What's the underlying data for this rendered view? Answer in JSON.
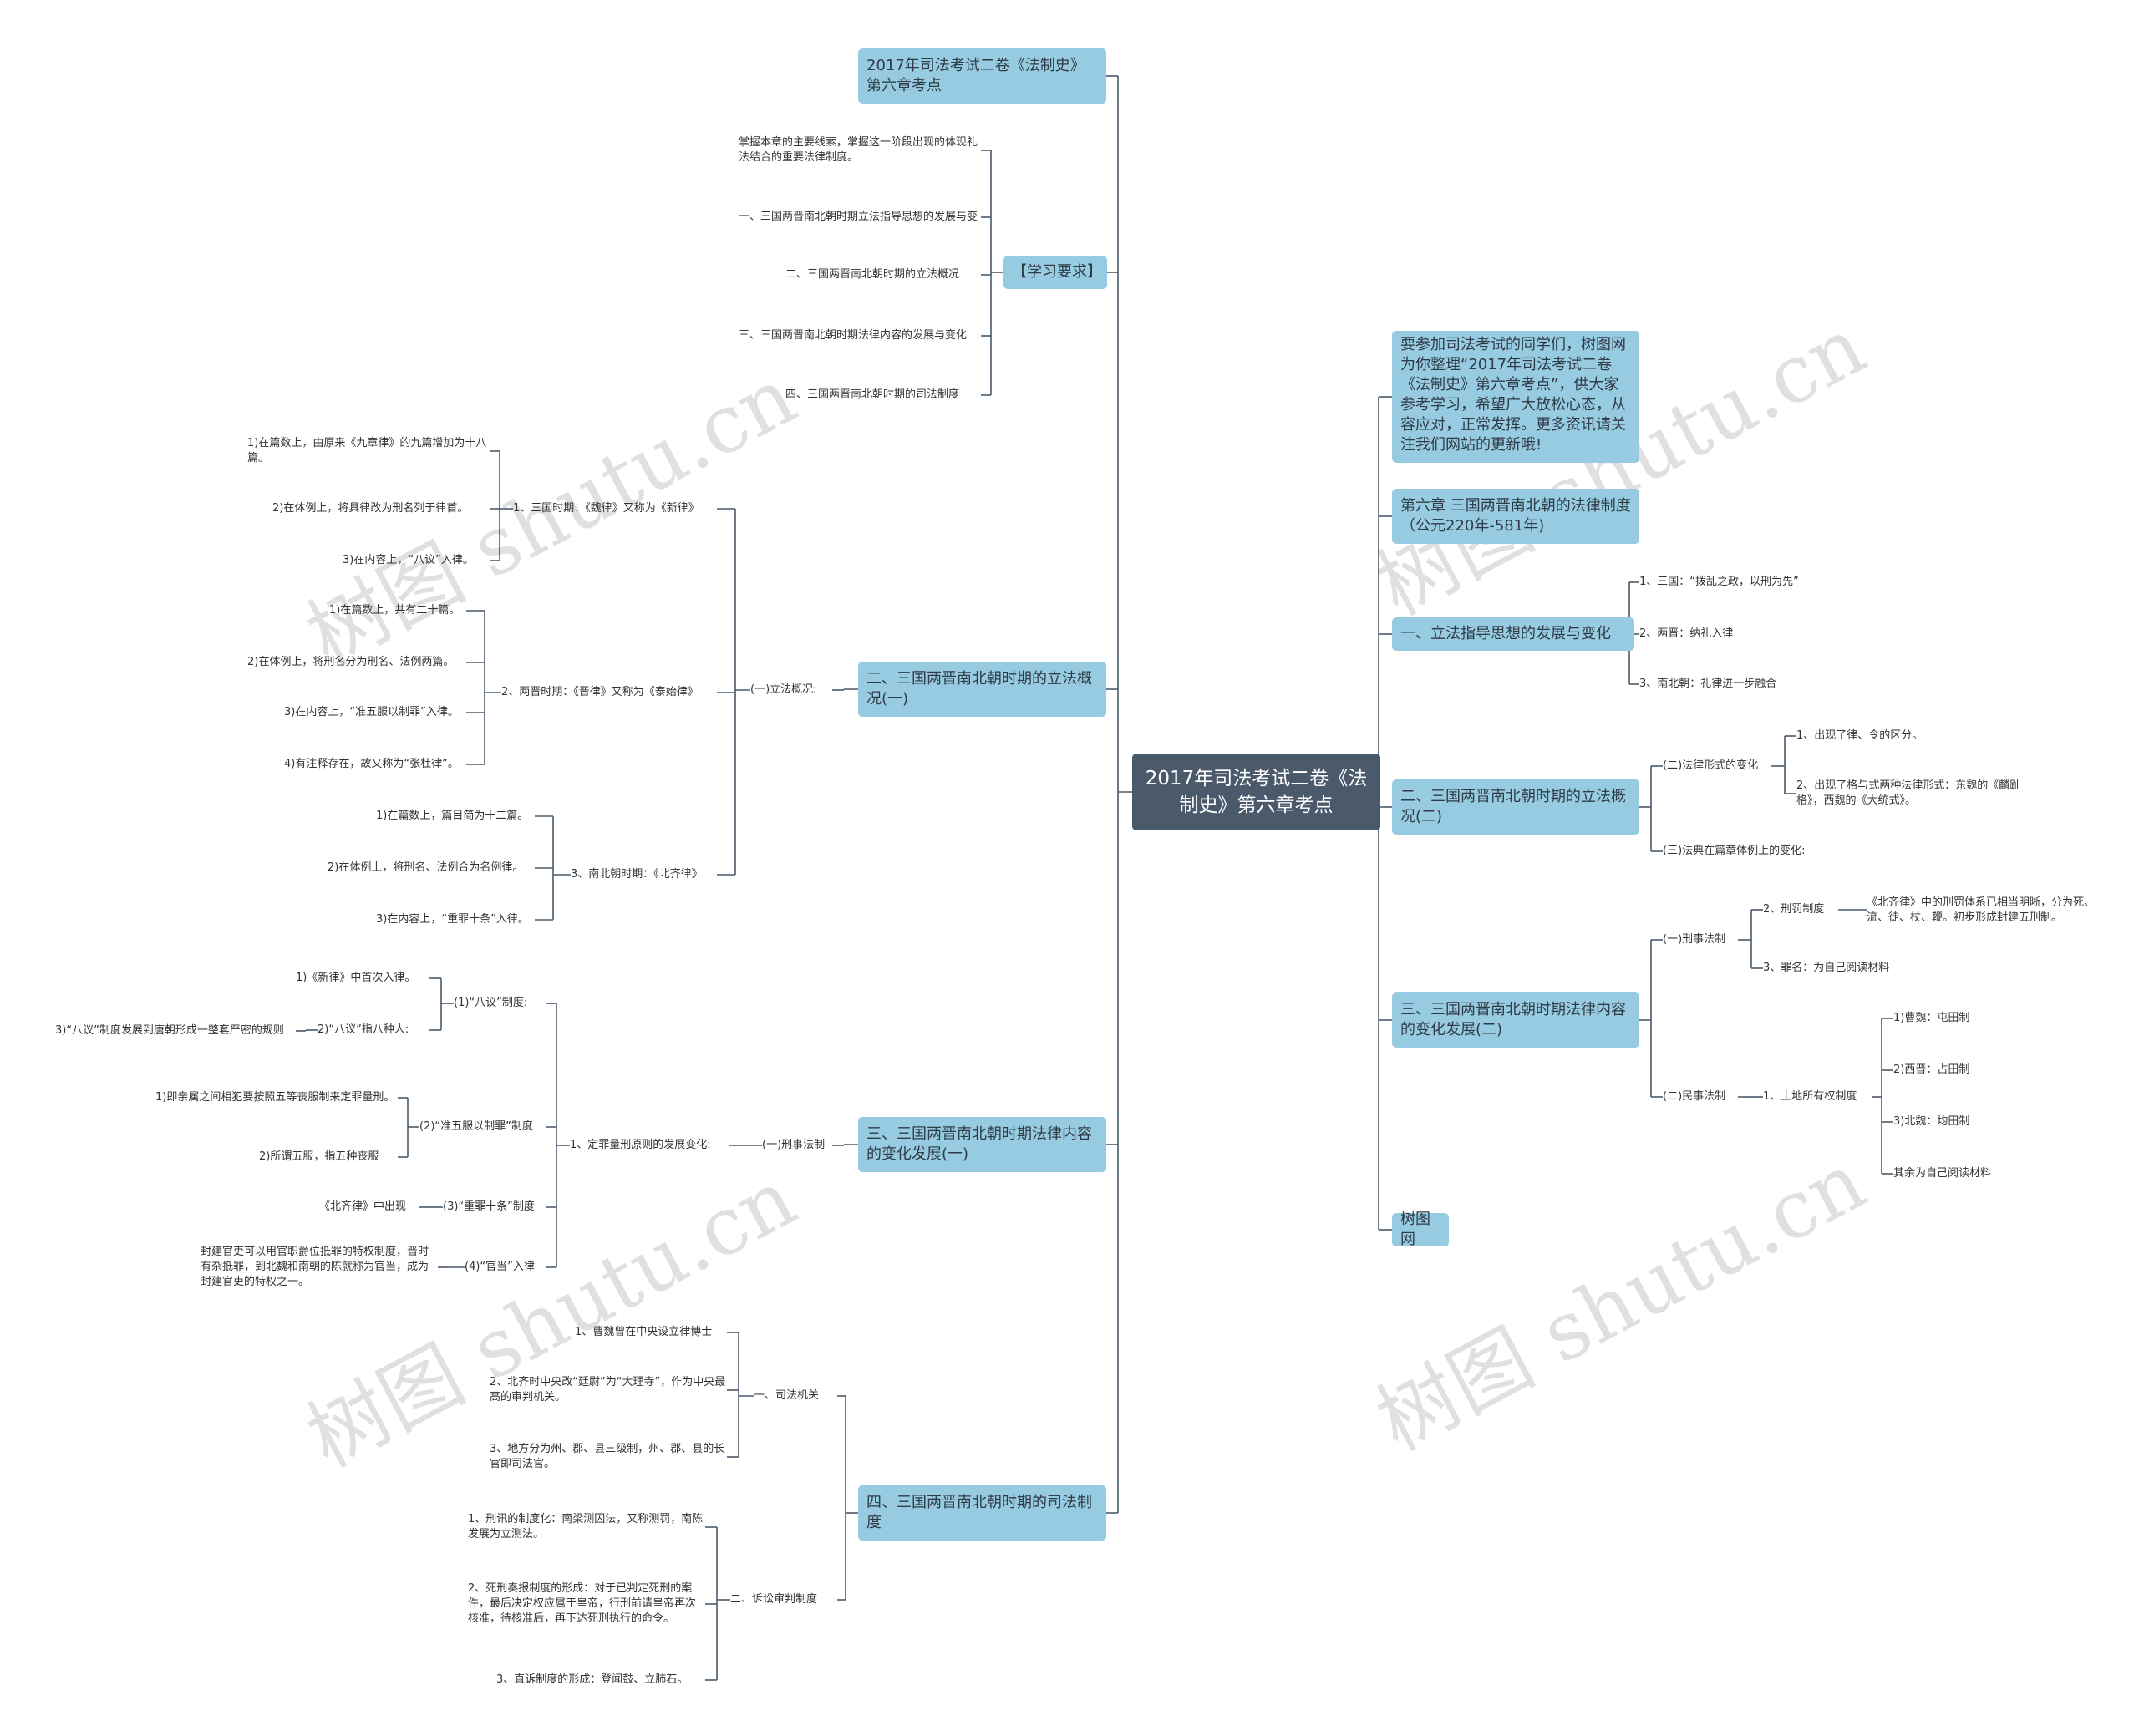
{
  "root": "2017年司法考试二卷《法制史》第六章考点",
  "left": {
    "n1": "2017年司法考试二卷《法制史》第六章考点",
    "study": {
      "title": "【学习要求】",
      "items": [
        "掌握本章的主要线索，掌握这一阶段出现的体现礼法结合的重要法律制度。",
        "一、三国两晋南北朝时期立法指导思想的发展与变",
        "二、三国两晋南北朝时期的立法概况",
        "三、三国两晋南北朝时期法律内容的发展与变化",
        "四、三国两晋南北朝时期的司法制度"
      ]
    },
    "legis1": {
      "title": "二、三国两晋南北朝时期的立法概况(一)",
      "sub": "(一)立法概况:",
      "groups": [
        {
          "title": "1、三国时期：《魏律》又称为《新律》",
          "items": [
            "1)在篇数上，由原来《九章律》的九篇增加为十八篇。",
            "2)在体例上，将具律改为刑名列于律首。",
            "3)在内容上，“八议”入律。"
          ]
        },
        {
          "title": "2、两晋时期：《晋律》又称为《泰始律》",
          "items": [
            "1)在篇数上，共有二十篇。",
            "2)在体例上，将刑名分为刑名、法例两篇。",
            "3)在内容上，“准五服以制罪”入律。",
            "4)有注释存在，故又称为“张杜律”。"
          ]
        },
        {
          "title": "3、南北朝时期：《北齐律》",
          "items": [
            "1)在篇数上，篇目简为十二篇。",
            "2)在体例上，将刑名、法例合为名例律。",
            "3)在内容上，“重罪十条”入律。"
          ]
        }
      ]
    },
    "content1": {
      "title": "三、三国两晋南北朝时期法律内容的变化发展(一)",
      "sub": "(一)刑事法制",
      "sub2": "1、定罪量刑原则的发展变化:",
      "g1": "(1)“八议”制度:",
      "g1a": "1)《新律》中首次入律。",
      "g1b": "2)“八议”指八种人:",
      "g1b1": "3)“八议”制度发展到唐朝形成一整套严密的规则",
      "g2": "(2)“准五服以制罪”制度",
      "g2a": "1)即亲属之间相犯要按照五等丧服制来定罪量刑。",
      "g2b": "2)所谓五服，指五种丧服",
      "g3": "(3)“重罪十条”制度",
      "g3a": "《北齐律》中出现",
      "g4": "(4)“官当”入律",
      "g4a": "封建官吏可以用官职爵位抵罪的特权制度，晋时有杂抵罪，到北魏和南朝的陈就称为官当，成为封建官吏的特权之一。"
    },
    "judicial": {
      "title": "四、三国两晋南北朝时期的司法制度",
      "s1": "一、司法机关",
      "s1items": [
        "1、曹魏曾在中央设立律博士",
        "2、北齐时中央改“廷尉”为“大理寺”，作为中央最高的审判机关。",
        "3、地方分为州、郡、县三级制，州、郡、县的长官即司法官。"
      ],
      "s2": "二、诉讼审判制度",
      "s2items": [
        "1、刑讯的制度化：南梁测囚法，又称测罚，南陈发展为立测法。",
        "2、死刑奏报制度的形成：对于已判定死刑的案件，最后决定权应属于皇帝，行刑前请皇帝再次核准，待核准后，再下达死刑执行的命令。",
        "3、直诉制度的形成：登闻鼓、立肺石。"
      ]
    }
  },
  "right": {
    "intro": "要参加司法考试的同学们，树图网为你整理“2017年司法考试二卷《法制史》第六章考点”，供大家参考学习，希望广大放松心态，从容应对，正常发挥。更多资讯请关注我们网站的更新哦!",
    "chapter": "第六章 三国两晋南北朝的法律制度（公元220年-581年)",
    "thought": {
      "title": "一、立法指导思想的发展与变化",
      "items": [
        "1、三国：“拨乱之政，以刑为先”",
        "2、两晋：纳礼入律",
        "3、南北朝：礼律进一步融合"
      ]
    },
    "legis2": {
      "title": "二、三国两晋南北朝时期的立法概况(二)",
      "a": "(二)法律形式的变化",
      "a1": "1、出现了律、令的区分。",
      "a2": "2、出现了格与式两种法律形式：东魏的《麟趾格》，西魏的《大统式》。",
      "b": "(三)法典在篇章体例上的变化:"
    },
    "content2": {
      "title": "三、三国两晋南北朝时期法律内容的变化发展(二)",
      "a": "(一)刑事法制",
      "a1": "2、刑罚制度",
      "a1a": "《北齐律》中的刑罚体系已相当明晰，分为死、流、徒、杖、鞭。初步形成封建五刑制。",
      "a2": "3、罪名：为自己阅读材料",
      "b": "(二)民事法制",
      "b1": "1、土地所有权制度",
      "b1items": [
        "1)曹魏：屯田制",
        "2)西晋：占田制",
        "3)北魏：均田制",
        "其余为自己阅读材料"
      ]
    },
    "site": "树图网"
  },
  "watermark": "树图 shutu.cn"
}
